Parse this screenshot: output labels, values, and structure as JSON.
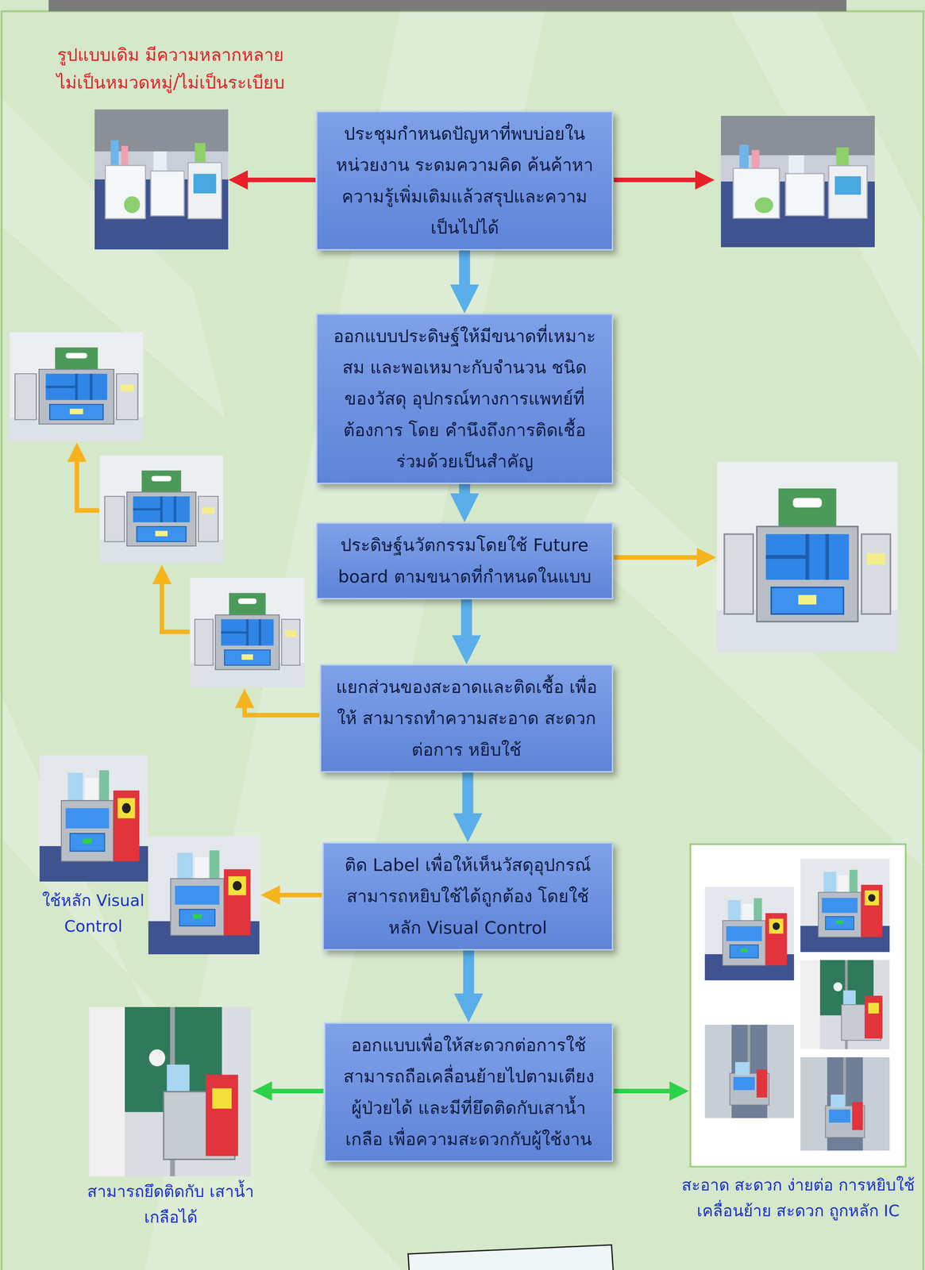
{
  "diagram": {
    "nodes": [
      {
        "text": [
          "ประชุมกำหนดปัญหาที่พบบ่อยใน หน่วยงาน ระดมความคิด ค้นค้าหา ความรู้เพิ่มเติมแล้วสรุปและความ เป็นไปได้"
        ]
      },
      {
        "text": [
          "ออกแบบประดิษฐ์ให้มีขนาดที่เหมาะสม และพอเหมาะกับจำนวน ชนิดของวัสดุ อุปกรณ์ทางการแพทย์ที่ต้องการ โดย คำนึงถึงการติดเชื้อร่วมด้วยเป็นสำคัญ"
        ]
      },
      {
        "text": [
          "ประดิษฐ์นวัตกรรมโดยใช้ Future board ตามขนาดที่กำหนดในแบบ"
        ]
      },
      {
        "text": [
          "แยกส่วนของสะอาดและติดเชื้อ เพื่อให้ สามารถทำความสะอาด สะดวกต่อการ หยิบใช้"
        ]
      },
      {
        "text": [
          "ติด Label เพื่อให้เห็นวัสดุอุปกรณ์ สามารถหยิบใช้ได้ถูกต้อง โดยใช้หลัก Visual Control"
        ]
      },
      {
        "text": [
          "ออกแบบเพื่อให้สะดวกต่อการใช้ สามารถถือเคลื่อนย้ายไปตามเตียง ผู้ป่วยได้ และมีที่ยึดติดกับเสาน้ำเกลือ เพื่อความสะดวกกับผู้ใช้งาน"
        ]
      }
    ],
    "edges": [
      {
        "from": 0,
        "to": 1,
        "arrow": "to"
      },
      {
        "from": 1,
        "to": 2,
        "arrow": "to"
      },
      {
        "from": 2,
        "to": 3,
        "arrow": "to"
      },
      {
        "from": 3,
        "to": 4,
        "arrow": "to"
      },
      {
        "from": 4,
        "to": 5,
        "arrow": "to"
      }
    ],
    "labels": [
      "รูปแบบเดิม มีความหลากหลาย ไม่เป็นหมวดหมู่/ไม่เป็นระเบียบ",
      "ใช้หลัก Visual Control",
      "สามารถยึดติดกับ เสาน้ำเกลือได้",
      "สะอาด สะดวก ง่ายต่อ การหยิบใช้ เคลื่อนย้าย สะดวก ถูกหลัก IC"
    ]
  }
}
